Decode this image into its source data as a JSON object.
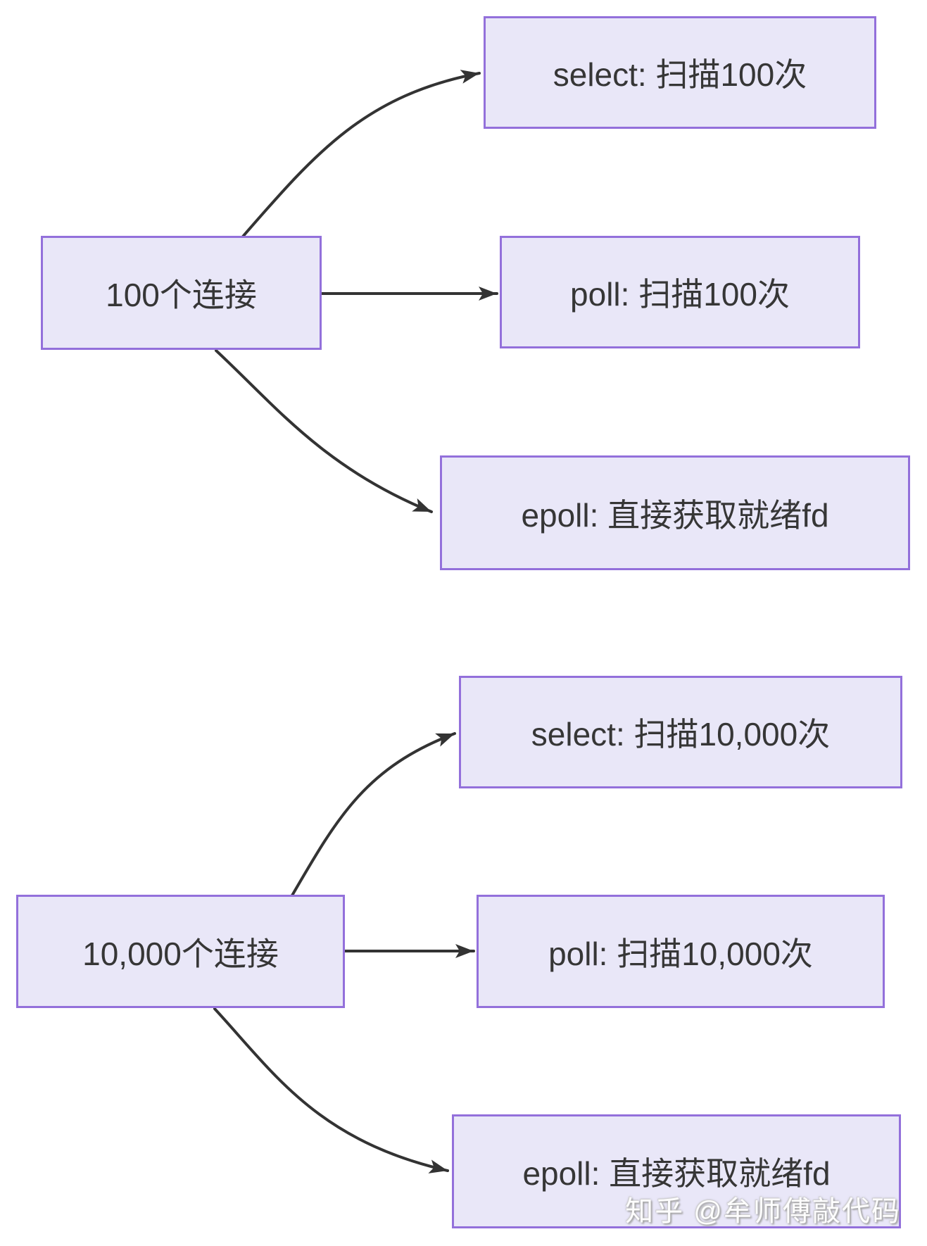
{
  "diagram": {
    "colors": {
      "node_fill": "#e9e7f8",
      "node_border": "#9370db",
      "text_color": "#363636",
      "arrow_color": "#333333",
      "background": "#ffffff"
    },
    "groups": [
      {
        "source": {
          "label": "100个连接"
        },
        "targets": [
          {
            "label": "select: 扫描100次"
          },
          {
            "label": "poll: 扫描100次"
          },
          {
            "label": "epoll: 直接获取就绪fd"
          }
        ]
      },
      {
        "source": {
          "label": "10,000个连接"
        },
        "targets": [
          {
            "label": "select: 扫描10,000次"
          },
          {
            "label": "poll: 扫描10,000次"
          },
          {
            "label": "epoll: 直接获取就绪fd"
          }
        ]
      }
    ],
    "watermark": "知乎 @牟师傅敲代码"
  }
}
